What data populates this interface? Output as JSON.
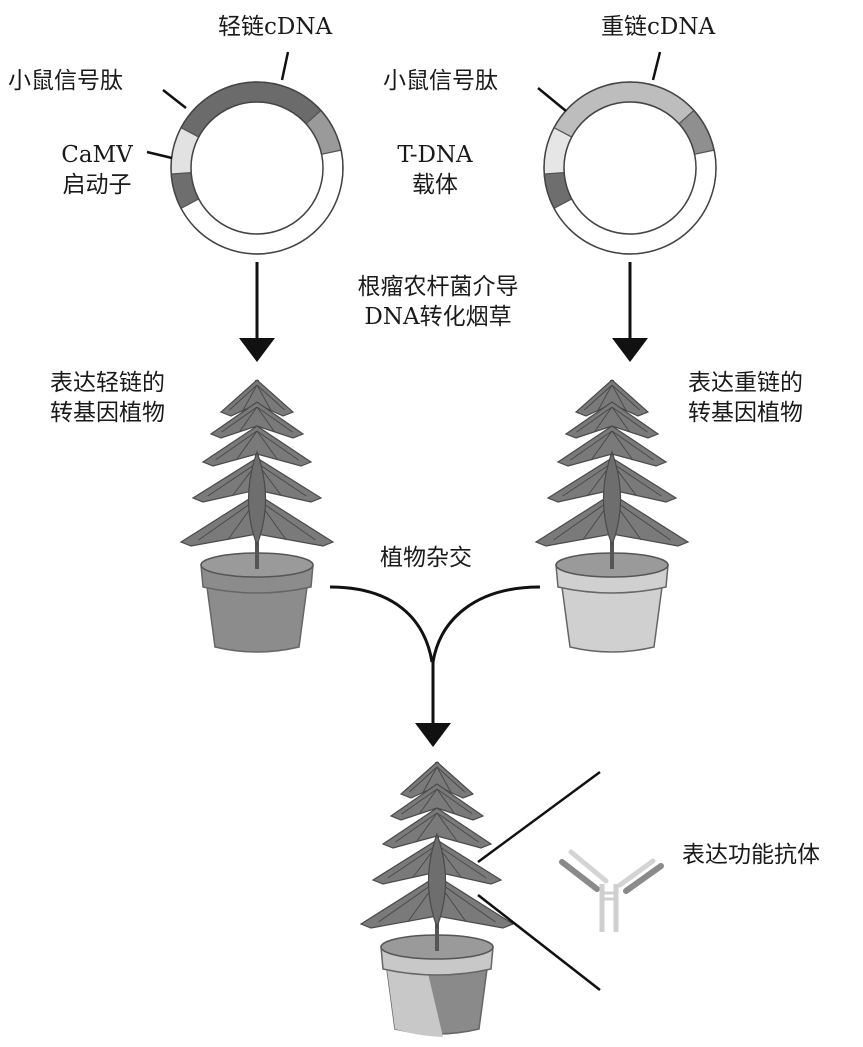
{
  "diagram": {
    "title": "",
    "left_vector": {
      "cdna_label": "轻链cDNA",
      "signal_label": "小鼠信号肽",
      "promoter_label_line1": "CaMV",
      "promoter_label_line2": "启动子",
      "segments": [
        {
          "name": "CaMV promoter",
          "color": "#6e6e6e"
        },
        {
          "name": "mouse signal peptide",
          "color": "#e2e2e2"
        },
        {
          "name": "light chain cDNA",
          "color": "#6b6b6b"
        },
        {
          "name": "terminator",
          "color": "#9a9a9a"
        },
        {
          "name": "vector backbone",
          "color": "#ffffff"
        }
      ]
    },
    "right_vector": {
      "cdna_label": "重链cDNA",
      "signal_label": "小鼠信号肽",
      "segments": [
        {
          "name": "CaMV promoter",
          "color": "#6e6e6e"
        },
        {
          "name": "mouse signal peptide",
          "color": "#e6e6e6"
        },
        {
          "name": "heavy chain cDNA",
          "color": "#bdbdbd"
        },
        {
          "name": "terminator",
          "color": "#8f8f8f"
        },
        {
          "name": "vector backbone",
          "color": "#ffffff"
        }
      ]
    },
    "vector_label_line1": "T-DNA",
    "vector_label_line2": "载体",
    "transformation_line1": "根瘤农杆菌介导",
    "transformation_line2": "DNA转化烟草",
    "left_plant_line1": "表达轻链的",
    "left_plant_line2": "转基因植物",
    "right_plant_line1": "表达重链的",
    "right_plant_line2": "转基因植物",
    "cross_label": "植物杂交",
    "antibody_label": "表达功能抗体",
    "colors": {
      "leaf": "#7a7a7a",
      "leaf_vein": "#4a4a4a",
      "left_pot": "#8c8c8c",
      "right_pot": "#d0d0d0",
      "bottom_pot_light": "#c8c8c8",
      "bottom_pot_dark": "#8a8a8a",
      "arrow": "#111111"
    }
  }
}
